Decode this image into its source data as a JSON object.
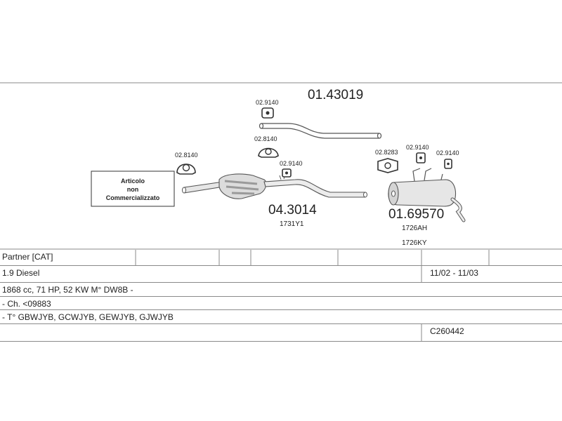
{
  "diagram": {
    "assembly_code": "01.43019",
    "notice_box": {
      "lines": [
        "Articolo",
        "non",
        "Commercializzato"
      ]
    },
    "parts": {
      "center_pipe": {
        "code": "04.3014",
        "sub_code": "1731Y1"
      },
      "rear_silencer": {
        "code": "01.69570",
        "sub_codes": [
          "1726AH",
          "1726KY"
        ]
      }
    },
    "mounts": [
      {
        "code": "02.9140",
        "icon": "rubber-hanger-icon"
      },
      {
        "code": "02.8140",
        "icon": "clamp-icon"
      },
      {
        "code": "02.8140",
        "icon": "ring-clamp-icon"
      },
      {
        "code": "02.9140",
        "icon": "hook-icon"
      },
      {
        "code": "02.8283",
        "icon": "gasket-icon"
      },
      {
        "code": "02.9140",
        "icon": "rubber-hanger-icon"
      },
      {
        "code": "02.9140",
        "icon": "rubber-hanger-icon"
      }
    ],
    "colors": {
      "line": "#555555",
      "part_fill": "#e6e6e6",
      "part_shade": "#9a9a9a"
    }
  },
  "vehicle": {
    "model": "Partner  [CAT]",
    "engine": "1.9 Diesel",
    "period": "11/02 - 11/03",
    "spec": "1868 cc, 71 HP, 52 KW M° DW8B -",
    "chassis": "- Ch. <09883",
    "types": "- T° GBWJYB, GCWJYB, GEWJYB, GJWJYB",
    "catalog_ref": "C260442"
  }
}
